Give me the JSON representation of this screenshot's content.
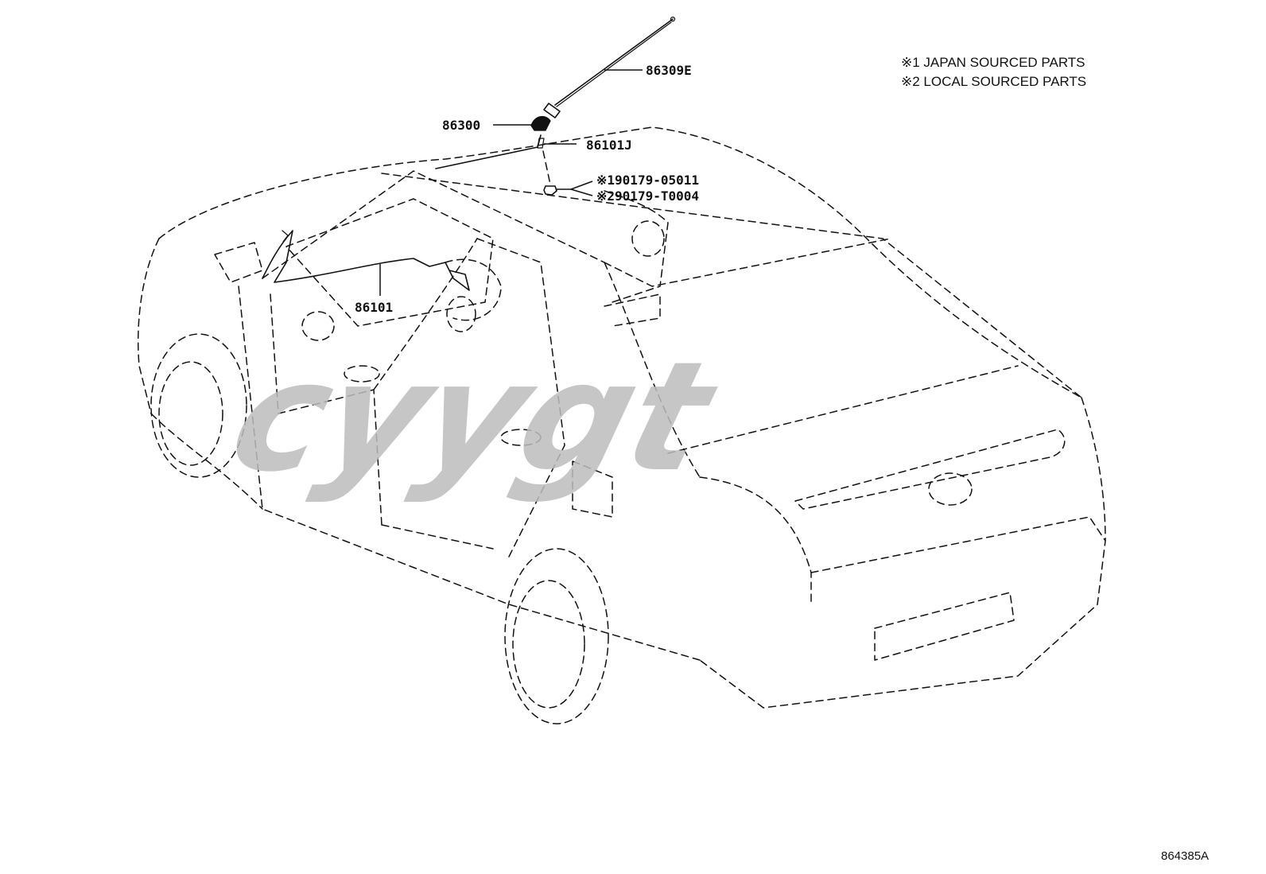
{
  "notes": {
    "line1": "※1 JAPAN SOURCED PARTS",
    "line2": "※2 LOCAL SOURCED PARTS"
  },
  "callouts": {
    "rod": "86309E",
    "base": "86300",
    "cable_roof": "86101J",
    "nut_japan": "※190179-05011",
    "nut_local": "※290179-T0004",
    "cable_main": "86101"
  },
  "watermark": {
    "logo": "cyygt",
    "color": "#bdbdbd"
  },
  "drawing_code": "864385A"
}
